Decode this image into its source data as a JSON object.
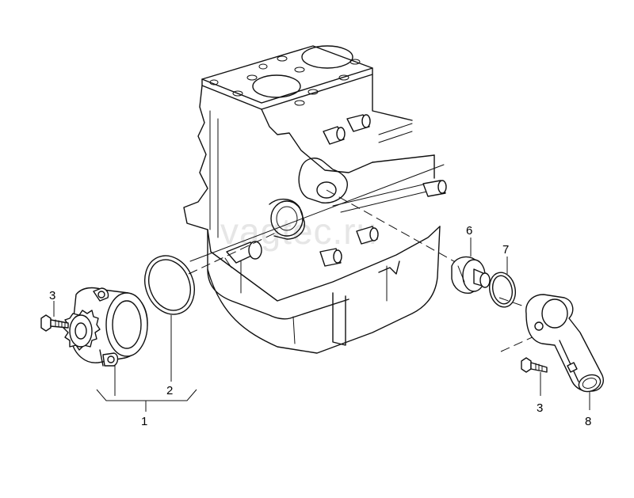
{
  "watermark": "vagtec.ru",
  "callouts": {
    "c1": "1",
    "c2": "2",
    "c3a": "3",
    "c3b": "3",
    "c6": "6",
    "c7": "7",
    "c8": "8"
  }
}
